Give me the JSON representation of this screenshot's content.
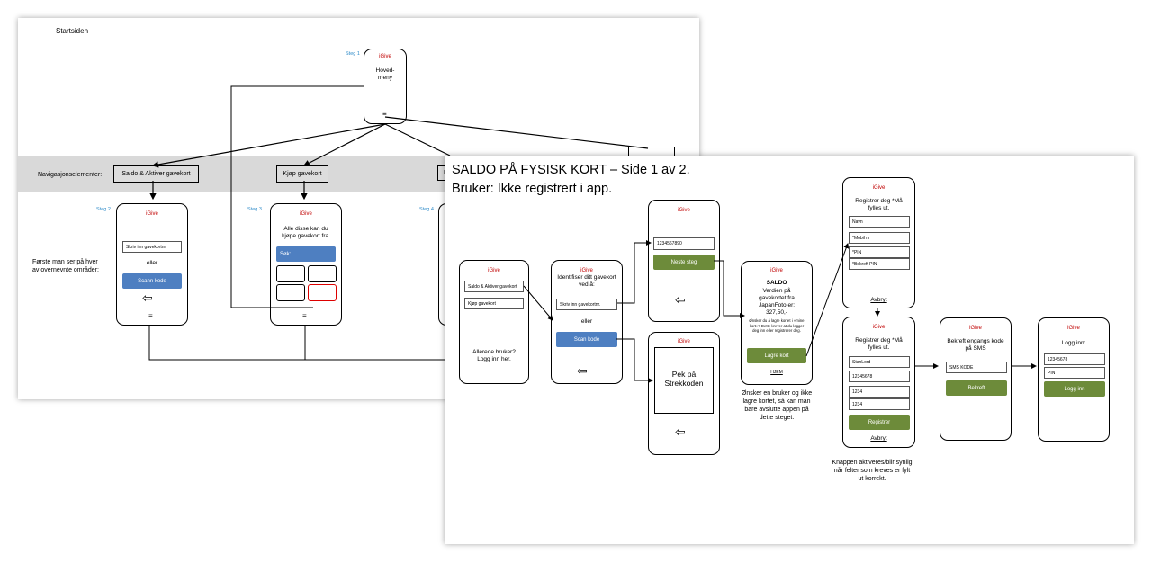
{
  "sheetA": {
    "title": "Startsiden",
    "nav_label": "Navigasjonselementer:",
    "nav_items": [
      "Saldo & Aktiver gavekort",
      "Kjøp gavekort",
      "N"
    ],
    "hint": "Første man ser på hver av overnevnte områder:",
    "steps": [
      "Steg 1",
      "Steg 2",
      "Steg 3",
      "Steg 4"
    ],
    "home_phone": {
      "brand": "iGive",
      "text": "Hoved-meny",
      "menu_glyph": "≡"
    },
    "step2_phone": {
      "brand": "iGive",
      "field": "Skriv inn gavekortnr.",
      "or": "eller",
      "button": "Scann kode",
      "back_glyph": "⇦",
      "menu_glyph": "≡"
    },
    "step3_phone": {
      "brand": "iGive",
      "text": "Alle disse kan du kjøpe gavekort fra.",
      "search": "Søk:",
      "menu_glyph": "≡"
    }
  },
  "sheetB": {
    "title_line1": "SALDO PÅ FYSISK KORT – Side 1 av 2.",
    "title_line2": "Bruker: Ikke registrert i app.",
    "p1": {
      "brand": "iGive",
      "field1": "Saldo & Aktiver gavekort",
      "field2": "Kjøp gavekort",
      "text": "Allerede bruker?",
      "link": "Logg inn her."
    },
    "p2": {
      "brand": "iGive",
      "text": "Identifiser ditt gavekort ved å:",
      "field": "Skriv inn gavekortnr.",
      "or": "eller",
      "button": "Scan kode",
      "back_glyph": "⇦"
    },
    "p3": {
      "brand": "iGive",
      "field": "1234567890",
      "button": "Neste steg",
      "back_glyph": "⇦"
    },
    "p4": {
      "brand": "iGive",
      "text": "Pek på Strekkoden",
      "back_glyph": "⇦"
    },
    "p5": {
      "brand": "iGive",
      "title": "SALDO",
      "text": "Verdien på gavekortet fra JapanFoto er: 327,50,-",
      "small": "Ønsker du å lagre kortet i «mine kort»? Dette krever at du logger deg inn eller registrerer deg.",
      "button": "Lagre kort",
      "link": "HJEM"
    },
    "p5_note": "Ønsker en bruker og ikke lagre kortet, så kan man bare avslutte appen på dette steget.",
    "p6": {
      "brand": "iGive",
      "text": "Registrer deg *Må fylles ut.",
      "fields": [
        "Navn",
        "*Mobil nr",
        "*PIN",
        "*Bekreft PIN"
      ],
      "link": "Avbryt"
    },
    "p7": {
      "brand": "iGive",
      "text": "Registrer deg *Må fylles ut.",
      "fields": [
        "StanLord",
        "12345678",
        "1234",
        "1234"
      ],
      "button": "Registrer",
      "link": "Avbryt"
    },
    "p7_note": "Knappen aktiveres/blir synlig når felter som kreves er fylt ut korrekt.",
    "p8": {
      "brand": "iGive",
      "text": "Bekreft engangs kode på SMS",
      "field": "SMS KODE",
      "button": "Bekreft"
    },
    "p9": {
      "brand": "iGive",
      "text": "Logg inn:",
      "fields": [
        "12345678",
        "PIN"
      ],
      "button": "Logg inn"
    }
  },
  "colors": {
    "accent_blue": "#4e7fc1",
    "accent_green": "#6d8b3a",
    "brand_red": "#c00000",
    "step_blue": "#2e8bc9",
    "nav_band": "#d9d9d9"
  }
}
